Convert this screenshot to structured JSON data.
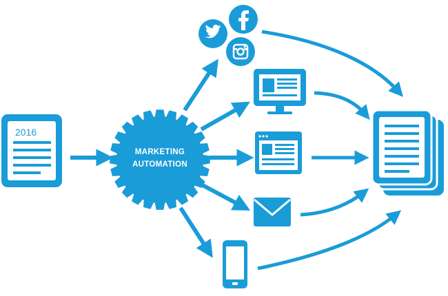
{
  "diagram": {
    "source_label": "2016",
    "hub_label_line1": "MARKETING",
    "hub_label_line2": "AUTOMATION",
    "channels": [
      {
        "name": "social"
      },
      {
        "name": "display"
      },
      {
        "name": "web"
      },
      {
        "name": "email"
      },
      {
        "name": "mobile"
      }
    ],
    "social_icons": [
      "twitter-icon",
      "facebook-icon",
      "instagram-icon"
    ],
    "colors": {
      "primary": "#1a9cd8",
      "light": "#e6f4fb",
      "white": "#ffffff"
    }
  }
}
